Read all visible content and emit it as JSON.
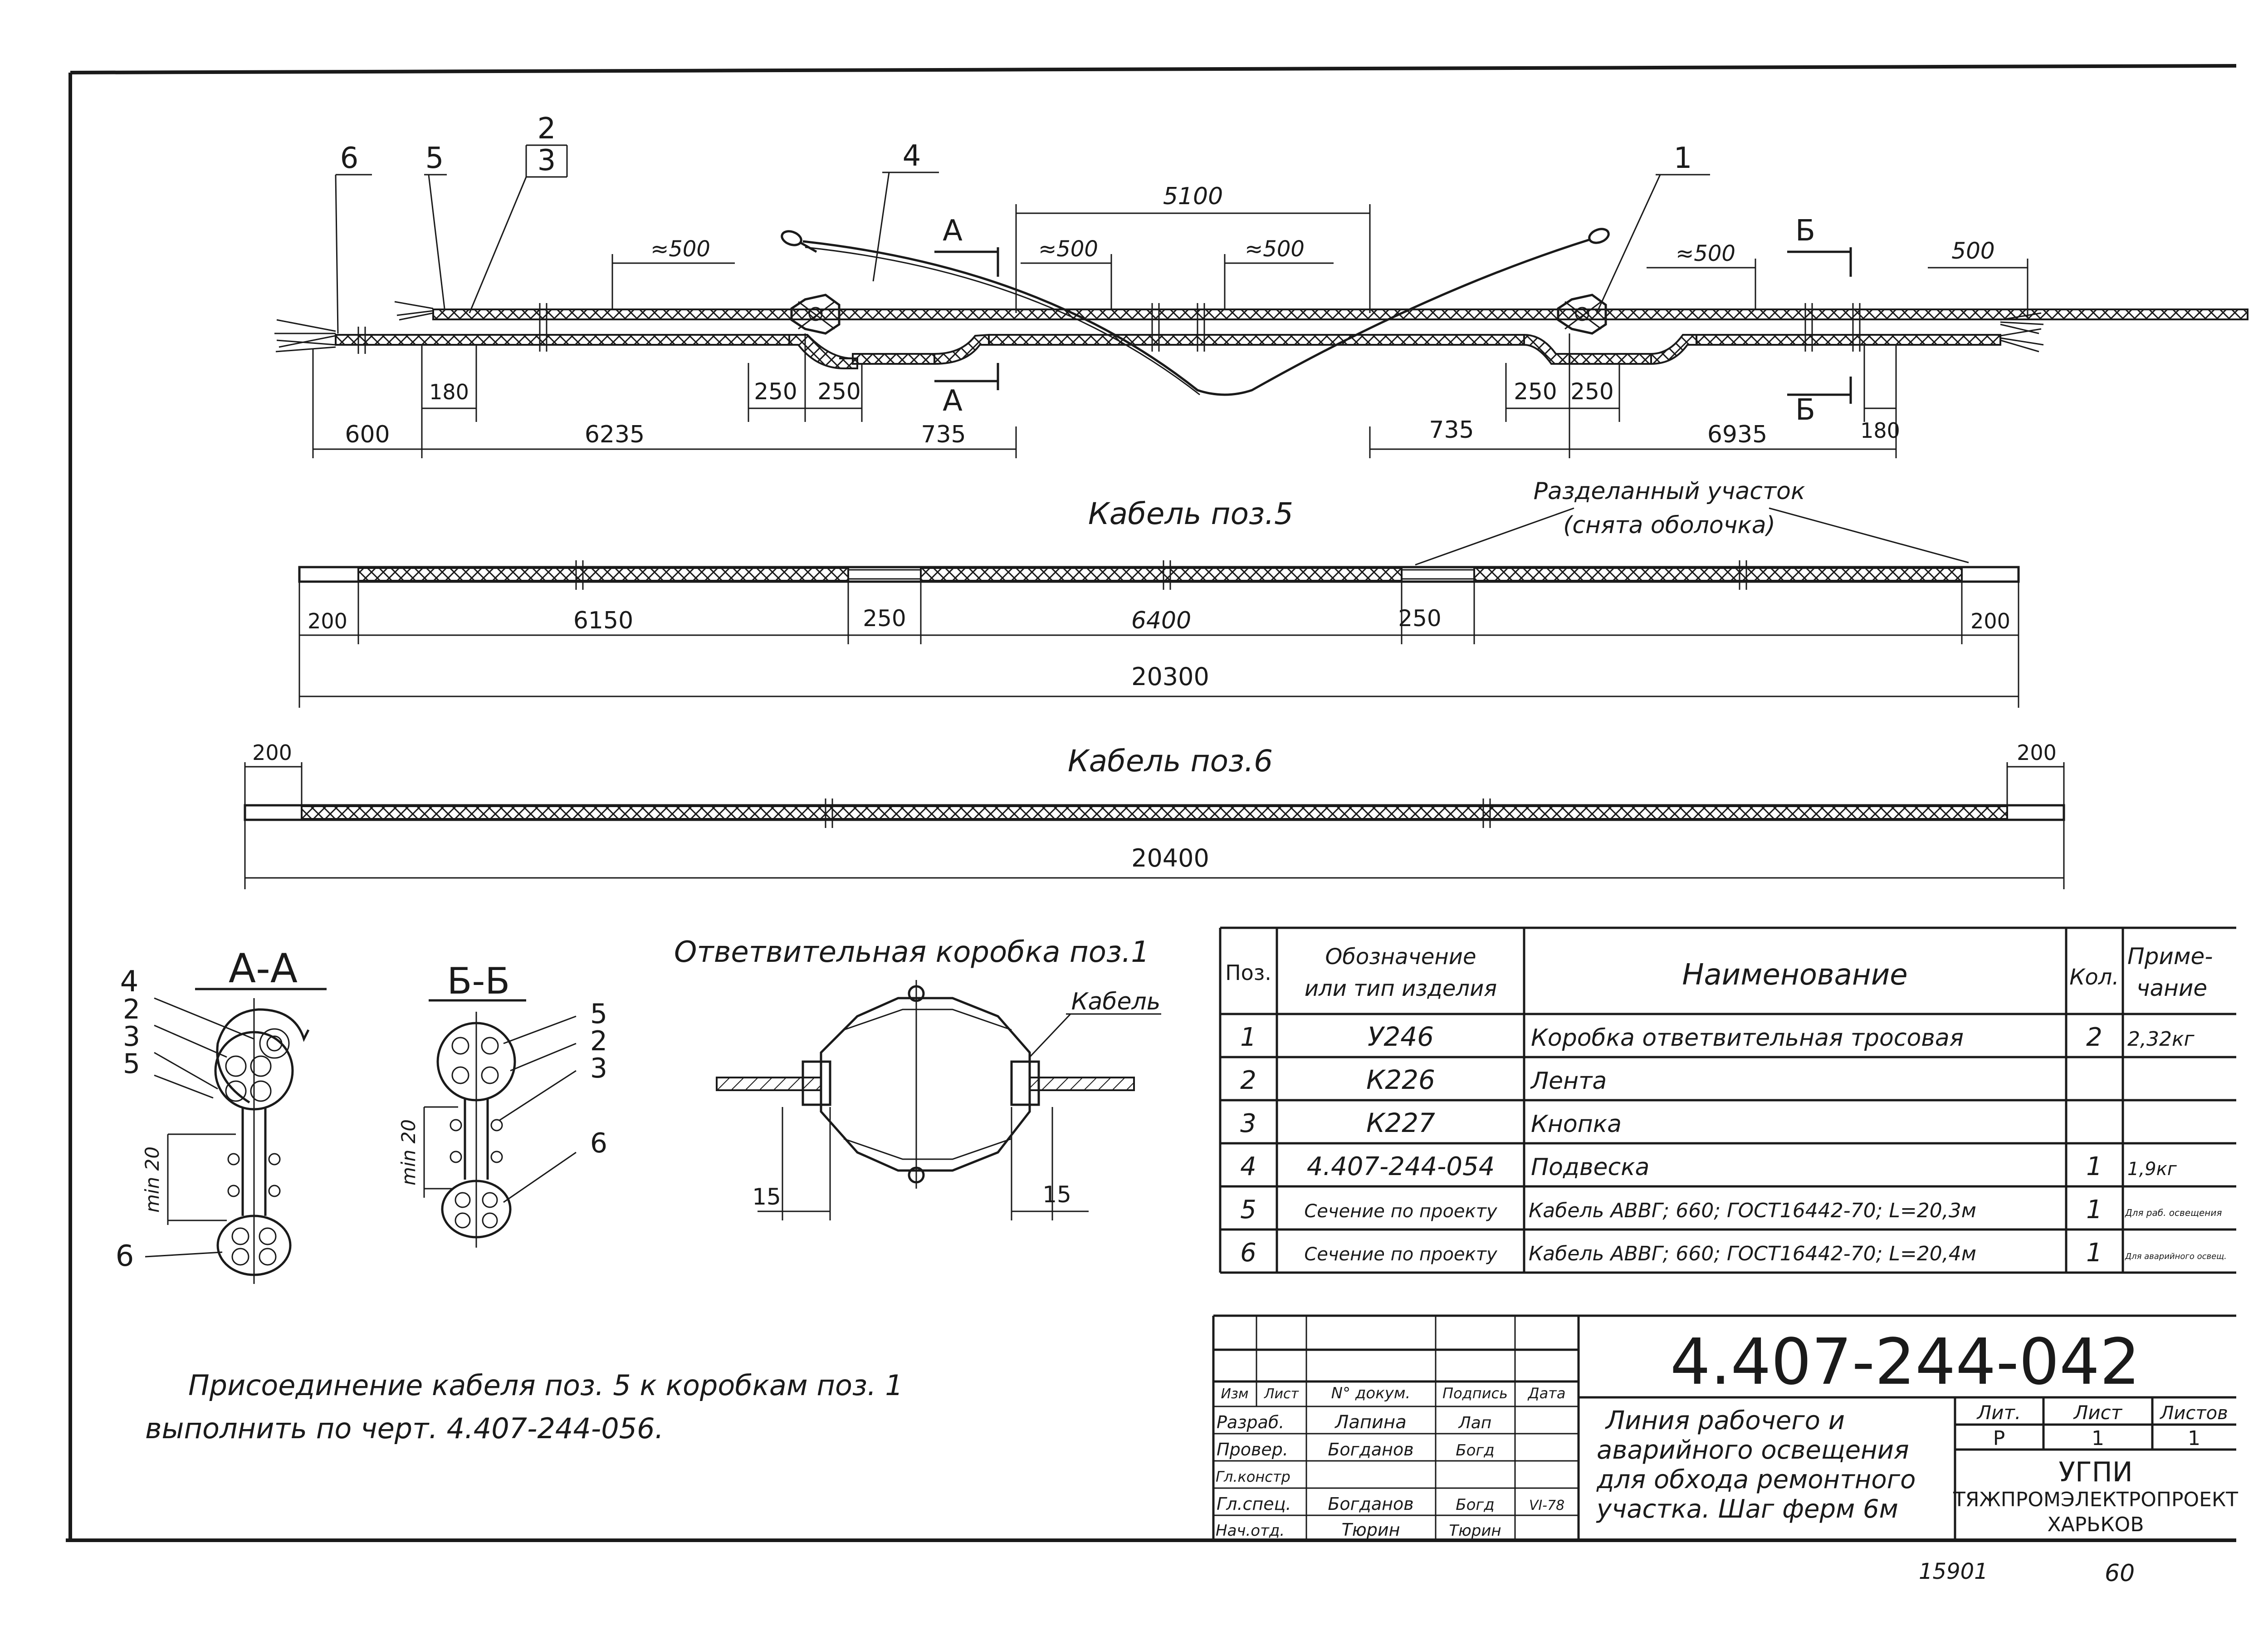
{
  "drawing": {
    "dims_top": [
      "5100",
      "≈500",
      "≈500",
      "≈500",
      "≈500",
      "500",
      "180",
      "180",
      "250",
      "250",
      "250",
      "250",
      "600",
      "6235",
      "735",
      "735",
      "6935"
    ],
    "callouts_top": [
      "6",
      "5",
      "2",
      "3",
      "4",
      "1"
    ],
    "section_marks": [
      "А",
      "А",
      "Б",
      "Б"
    ],
    "cable5": {
      "title": "Кабель поз.5",
      "note_line1": "Разделанный участок",
      "note_line2": "(снята оболочка)",
      "dims": [
        "200",
        "6150",
        "250",
        "6400",
        "250",
        "200"
      ],
      "total": "20300"
    },
    "cable6": {
      "title": "Кабель поз.6",
      "dims": [
        "200",
        "200"
      ],
      "total": "20400"
    },
    "section_aa": {
      "title": "А-А",
      "callouts": [
        "4",
        "2",
        "3",
        "5",
        "6"
      ],
      "dim": "min 20"
    },
    "section_bb": {
      "title": "Б-Б",
      "callouts": [
        "5",
        "2",
        "3",
        "6"
      ],
      "dim": "min 20"
    },
    "box": {
      "title": "Ответвительная коробка поз.1",
      "label": "Кабель",
      "dims": [
        "15",
        "15"
      ]
    },
    "note_line1": "Присоединение кабеля поз. 5 к коробкам поз. 1",
    "note_line2": "выполнить по черт. 4.407-244-056."
  },
  "spec_table": {
    "headers": {
      "pos": "Поз.",
      "code_line1": "Обозначение",
      "code_line2": "или тип изделия",
      "name": "Наименование",
      "qty": "Кол.",
      "note_line1": "Приме-",
      "note_line2": "чание"
    },
    "rows": [
      {
        "pos": "1",
        "code": "У246",
        "name": "Коробка ответвительная тросовая",
        "qty": "2",
        "note": "2,32кг"
      },
      {
        "pos": "2",
        "code": "К226",
        "name": "Лента",
        "qty": "",
        "note": ""
      },
      {
        "pos": "3",
        "code": "К227",
        "name": "Кнопка",
        "qty": "",
        "note": ""
      },
      {
        "pos": "4",
        "code": "4.407-244-054",
        "name": "Подвеска",
        "qty": "1",
        "note": "1,9кг"
      },
      {
        "pos": "5",
        "code": "Сечение по проекту",
        "name": "Кабель АВВГ; 660; ГОСТ16442-70; L=20,3м",
        "qty": "1",
        "note": "Для раб. освещения"
      },
      {
        "pos": "6",
        "code": "Сечение по проекту",
        "name": "Кабель АВВГ; 660; ГОСТ16442-70; L=20,4м",
        "qty": "1",
        "note": "Для аварийного освещ."
      }
    ]
  },
  "title_block": {
    "doc_number": "4.407-244-042",
    "col_headers": [
      "Изм",
      "Лист",
      "N° докум.",
      "Подпись",
      "Дата"
    ],
    "roles": [
      {
        "role": "Разраб.",
        "name": "Лапина",
        "sign": "Лап",
        "date": ""
      },
      {
        "role": "Провер.",
        "name": "Богданов",
        "sign": "Богд",
        "date": ""
      },
      {
        "role": "Гл.констр",
        "name": "",
        "sign": "",
        "date": ""
      },
      {
        "role": "Гл.спец.",
        "name": "Богданов",
        "sign": "Богд",
        "date": "VI-78"
      },
      {
        "role": "Нач.отд.",
        "name": "Тюрин",
        "sign": "Тюрин",
        "date": ""
      }
    ],
    "description_lines": [
      "Линия рабочего и",
      "аварийного освещения",
      "для обхода ремонтного",
      "участка. Шаг ферм 6м"
    ],
    "stage_header": "Лит.",
    "sheet_header": "Лист",
    "sheets_header": "Листов",
    "stage": "Р",
    "sheet": "1",
    "sheets": "1",
    "org_line1": "УГПИ",
    "org_line2": "ТЯЖПРОМЭЛЕКТРОПРОЕКТ",
    "org_line3": "ХАРЬКОВ"
  },
  "footer": {
    "inventory": "15901",
    "page": "60"
  }
}
